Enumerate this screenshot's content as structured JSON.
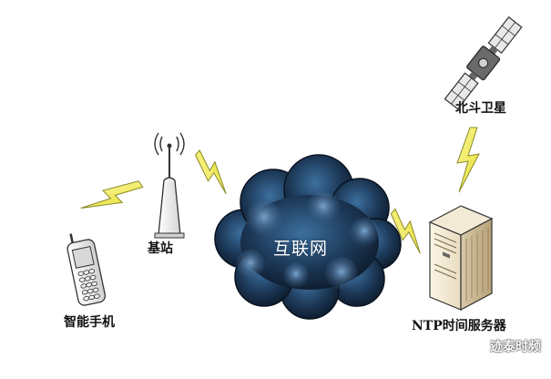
{
  "diagram": {
    "nodes": {
      "satellite": {
        "label": "北斗卫星",
        "icon": "satellite-icon"
      },
      "base_station": {
        "label": "基站",
        "icon": "antenna-tower-icon"
      },
      "phone": {
        "label": "智能手机",
        "icon": "mobile-phone-icon"
      },
      "internet": {
        "label": "互联网",
        "icon": "cloud-icon"
      },
      "server": {
        "label": "NTP时间服务器",
        "icon": "server-icon"
      }
    },
    "links": [
      {
        "from": "satellite",
        "to": "server",
        "icon": "lightning-bolt-icon"
      },
      {
        "from": "server",
        "to": "internet",
        "icon": "lightning-bolt-icon"
      },
      {
        "from": "base_station",
        "to": "internet",
        "icon": "lightning-bolt-icon"
      },
      {
        "from": "phone",
        "to": "base_station",
        "icon": "lightning-bolt-icon"
      }
    ],
    "colors": {
      "lightning": "#f5f05a",
      "lightning_outline": "#8a8a2a",
      "cloud_dark": "#0e1a2b",
      "cloud_light": "#6f97c0"
    }
  },
  "watermark": {
    "text": "迹泰时频",
    "icon": "wechat-logo-icon"
  }
}
